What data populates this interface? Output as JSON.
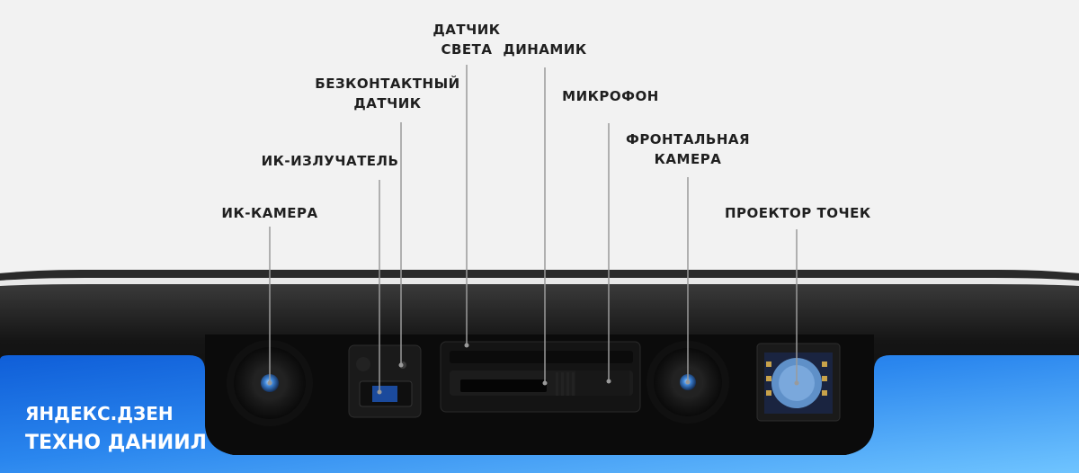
{
  "labels": {
    "ir_camera": [
      "ИК-КАМЕРА"
    ],
    "ir_emitter": [
      "ИК-ИЗЛУЧАТЕЛЬ"
    ],
    "proximity_sensor": [
      "БЕЗКОНТАКТНЫЙ",
      "ДАТЧИК"
    ],
    "light_sensor": [
      "ДАТЧИК",
      "СВЕТА"
    ],
    "speaker": [
      "ДИНАМИК"
    ],
    "microphone": [
      "МИКРОФОН"
    ],
    "front_camera": [
      "ФРОНТАЛЬНАЯ",
      "КАМЕРА"
    ],
    "dot_projector": [
      "ПРОЕКТОР ТОЧЕК"
    ]
  },
  "watermark": {
    "line1": "ЯНДЕКС.ДЗЕН",
    "line2": "ТЕХНО ДАНИИЛ"
  },
  "colors": {
    "background": "#f2f2f2",
    "phone_frame": "#1c1c1c",
    "notch": "#0b0b0b",
    "screen_blue": "#1e6fe0",
    "leader_line": "#9a9a9a",
    "label_text": "#1f1f1f"
  }
}
